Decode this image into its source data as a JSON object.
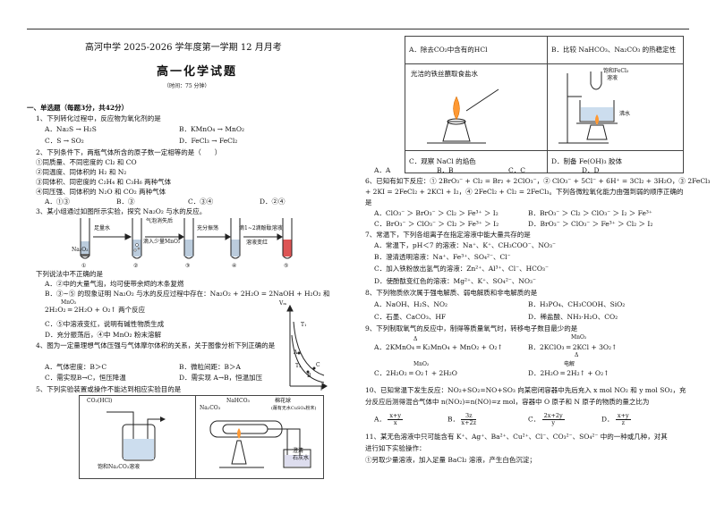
{
  "header": {
    "exam": "高河中学 2025-2026 学年度第一学期 12 月月考",
    "title": "高一化学试题",
    "time": "（时间：75 分钟）"
  },
  "section1": "一、单选题（每题3分，共42分）",
  "q1": {
    "stem": "1、下列转化过程中，反应物为氧化剂的是",
    "A": "A．Na₂S → H₂S",
    "B": "B．KMnO₄ → MnO₂",
    "C": "C．S → SO₂",
    "D": "D．FeCl₃ → FeCl₂"
  },
  "q2": {
    "stem": "2、下列条件下，两瓶气体所含的原子数一定相等的是（　　）",
    "o1": "①同质量、不同密度的 Cl₂ 和 CO",
    "o2": "②同温度、同体积的 H₂ 和 N₂",
    "o3": "③同体积、同密度的 C₂H₄ 和 C₃H₆ 两种气体",
    "o4": "④同压强、同体积的 N₂O 和 CO₂ 两种气体",
    "A": "A．①③",
    "B": "B．③",
    "C": "C．③④",
    "D": "D．②④"
  },
  "q3": {
    "stem": "3、某小组通过如图所示实验，探究 Na₂O₂ 与水的反应。",
    "l1": "足量水",
    "l2": "气泡消失后",
    "l3": "轻轻振荡",
    "l4": "滴入少量MnO₂",
    "l5": "充分振荡",
    "l6": "滴1~2滴酚酞溶液",
    "l7": "溶液变红",
    "l8": "Na₂O₂",
    "n1": "①",
    "n2": "②",
    "n3": "③",
    "n4": "④",
    "n5": "⑤",
    "intro": "下列说法中不正确的是",
    "A": "A．②中的大量气泡，均可使带余烬的木条复燃",
    "B1": "B．③~⑤ 的现象证明 Na₂O₂ 与水的反应过程中存在：Na₂O₂ + 2H₂O = 2NaOH + H₂O₂ 和",
    "B2": "2H₂O₂ ═ 2H₂O + O₂↑ 两个反应",
    "B2cat": "MnO₂",
    "C": "C．⑤中溶液变红，说明有碱性物质生成",
    "D": "D．充分振荡后，④中 MnO₂ 粉末溶解"
  },
  "q4": {
    "stem1": "4、图为一定量理想气体压强与气体摩尔体积的关系，关于图像分析下列正确的是",
    "A": "A．气体密度：B＞C",
    "B": "B．微粒间距：B＞A",
    "C": "C．需实现B→C，恒压降温",
    "D": "D．需实现 A→B，恒温加压",
    "axy": "Vₘ",
    "axx": "p",
    "t1": "T₁",
    "t2": "T₂",
    "pa": "A",
    "pb": "B",
    "pc": "C"
  },
  "q5": {
    "stem": "5、下列实验装置或操作不能达到相应实验目的是",
    "l1": "CO₂(HCl)",
    "l2": "饱和Na₂CO₃溶液",
    "l3": "Na₂CO₃",
    "l4": "NaHCO₃",
    "l5": "棉花球",
    "l6": "(蘸有无水CuSO₄粉末)",
    "l7": "澄清",
    "l8": "石灰水",
    "cA": "A．除去CO₂中含有的HCl",
    "cB": "B．比较 NaHCO₃、Na₂CO₃ 的热稳定性",
    "l9": "光洁的铁丝蘸取食盐水",
    "l10": "饱和FeCl₃",
    "l11": "溶液",
    "l12": "沸水",
    "cC": "C．观察 NaCl 的焰色",
    "cD": "D．制备 Fe(OH)₃ 胶体",
    "A": "A．A",
    "B": "B．B",
    "C": "C．C",
    "D": "D．D"
  },
  "q6": {
    "l1": "6、已知有如下反应：① 2BrO₃⁻ + Cl₂ = Br₂ + 2ClO₃⁻，② ClO₃⁻ + 5Cl⁻ + 6H⁺ = 3Cl₂ + 3H₂O，③ 2FeCl₃",
    "l2": "+ 2KI = 2FeCl₂ + 2KCl + I₂，④ 2FeCl₂ + Cl₂ = 2FeCl₃。下列各微粒氧化能力由强到弱的顺序正确的",
    "l3": "是",
    "A": "A．ClO₃⁻ ＞ BrO₃⁻ ＞ Cl₂ ＞ Fe³⁺ ＞ I₂",
    "B": "B．BrO₃⁻ ＞ Cl₂ ＞ ClO₃⁻ ＞ I₂ ＞ Fe³⁺",
    "C": "C．BrO₃⁻ ＞ ClO₃⁻ ＞ Cl₂ ＞ Fe³⁺ ＞ I₂",
    "D": "D．BrO₃⁻ ＞ ClO₃⁻ ＞ Fe³⁺ ＞ Cl₂ ＞ I₂"
  },
  "q7": {
    "stem": "7、常温下，下列各组离子在指定溶液中能大量共存的是",
    "A": "A．常温下，pH＜7 的溶液：Na⁺、K⁺、CH₃COO⁻、NO₃⁻",
    "B": "B．澄清透明溶液：Na⁺、Fe³⁺、SO₄²⁻、Cl⁻",
    "C": "C．加入铁粉放出氢气的溶液：Zn²⁺、Al³⁺、Cl⁻、HCO₃⁻",
    "D": "D．使酚酞变红色的溶液：Mg²⁺、K⁺、SO₄²⁻、NO₃⁻"
  },
  "q8": {
    "stem": "8、下列物质依次属于强电解质、弱电解质和非电解质的是",
    "A": "A．NaOH、H₂S、NO₂",
    "B": "B．H₃PO₄、CH₃COOH、SiO₂",
    "C": "C．石墨、CaCO₃、HF",
    "D": "D．稀盐酸、NH₃·H₂O、CO₂"
  },
  "q9": {
    "stem": "9、下列制取氧气的反应中，制得等质量氧气时，转移电子数目最少的是",
    "A": "A．2KMnO₄ ═ K₂MnO₄ + MnO₂ + O₂↑",
    "Acond": "Δ",
    "B": "B．2KClO₃ ═ 2KCl + 3O₂↑",
    "Bcat": "MnO₂",
    "Bcond": "Δ",
    "C": "C．2H₂O₂ ═ O₂↑ + 2H₂O",
    "Ccat": "MnO₂",
    "D": "D．2H₂O ═ 2H₂↑ + O₂↑",
    "Dcond": "电解"
  },
  "q10": {
    "l1": "10、已知常温下发生反应：NO₂+SO₂=NO+SO₃ 向某密闭容器中先后充入 x mol NO₂ 和 y mol SO₂，充",
    "l2": "分反应后测得混合气体中 n(NO₂)=n(NO)=z mol，容器中 O 原子和 N 原子的物质的量之比为",
    "A": "A．",
    "An": "x+y",
    "Ad": "x",
    "B": "B．",
    "Bn": "3z",
    "Bd": "x+2z",
    "C": "C．",
    "Cn": "2x+2y",
    "Cd": "y",
    "D": "D．",
    "Dn": "x+y",
    "Dd": "z"
  },
  "q11": {
    "l1": "11、某无色溶液中只可能含有 K⁺、Ag⁺、Ba²⁺、Cu²⁺、Cl⁻、CO₃²⁻、SO₄²⁻ 中的一种或几种，对其",
    "l2": "进行如下实验操作：",
    "l3": "①另取少量溶液，加入足量 BaCl₂ 溶液，产生白色沉淀；"
  }
}
